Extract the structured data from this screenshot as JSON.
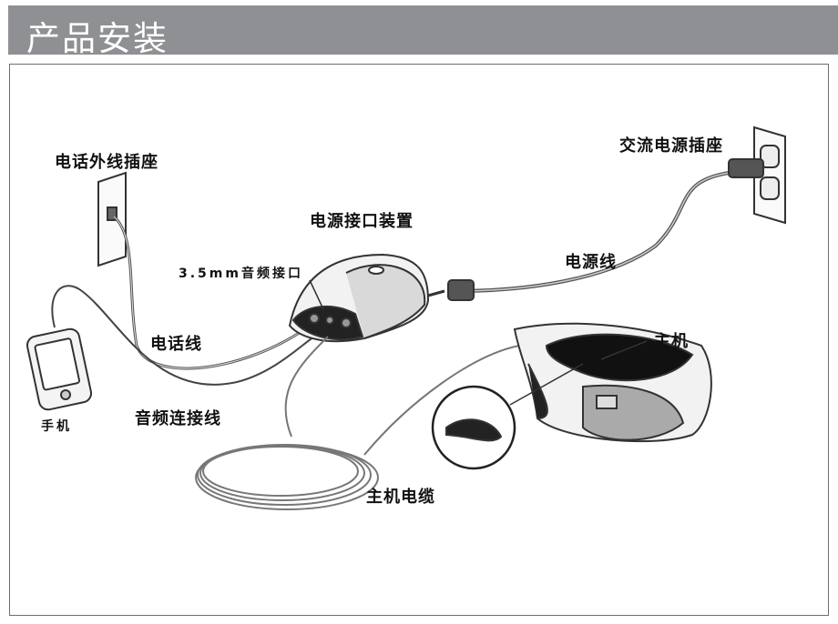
{
  "header": {
    "title": "产品安装"
  },
  "labels": {
    "phone_wall_jack": "电话外线插座",
    "ac_outlet": "交流电源插座",
    "power_interface": "电源接口装置",
    "audio_jack": "3.5mm音频接口",
    "power_cord": "电源线",
    "main_unit": "主机",
    "phone_line": "电话线",
    "mobile_phone": "手机",
    "audio_cable": "音频连接线",
    "main_cable": "主机电缆"
  }
}
